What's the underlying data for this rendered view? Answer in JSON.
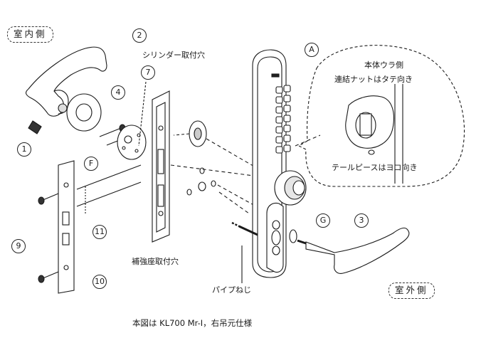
{
  "sides": {
    "indoor": "室内側",
    "outdoor": "室外側"
  },
  "callouts": {
    "cylinder_hole": "シリンダー取付穴",
    "reinforce_hole": "補強座取付穴",
    "pipe_screw": "パイプねじ",
    "back_side": "本体ウラ側",
    "nut_direction": "連結ナットはタテ向き",
    "tailpiece_direction": "テールピースはヨコ向き"
  },
  "part_markers": {
    "p1": "1",
    "p2": "2",
    "p3": "3",
    "p4": "4",
    "p7": "7",
    "p9": "9",
    "p10": "10",
    "p11": "11",
    "pA": "A",
    "pF": "F",
    "pG": "G"
  },
  "caption": "本図は KL700 Mr-Ⅰ，右吊元仕様",
  "colors": {
    "line": "#1a1a1a",
    "fill": "#ffffff",
    "shade": "#d9d9d9"
  }
}
